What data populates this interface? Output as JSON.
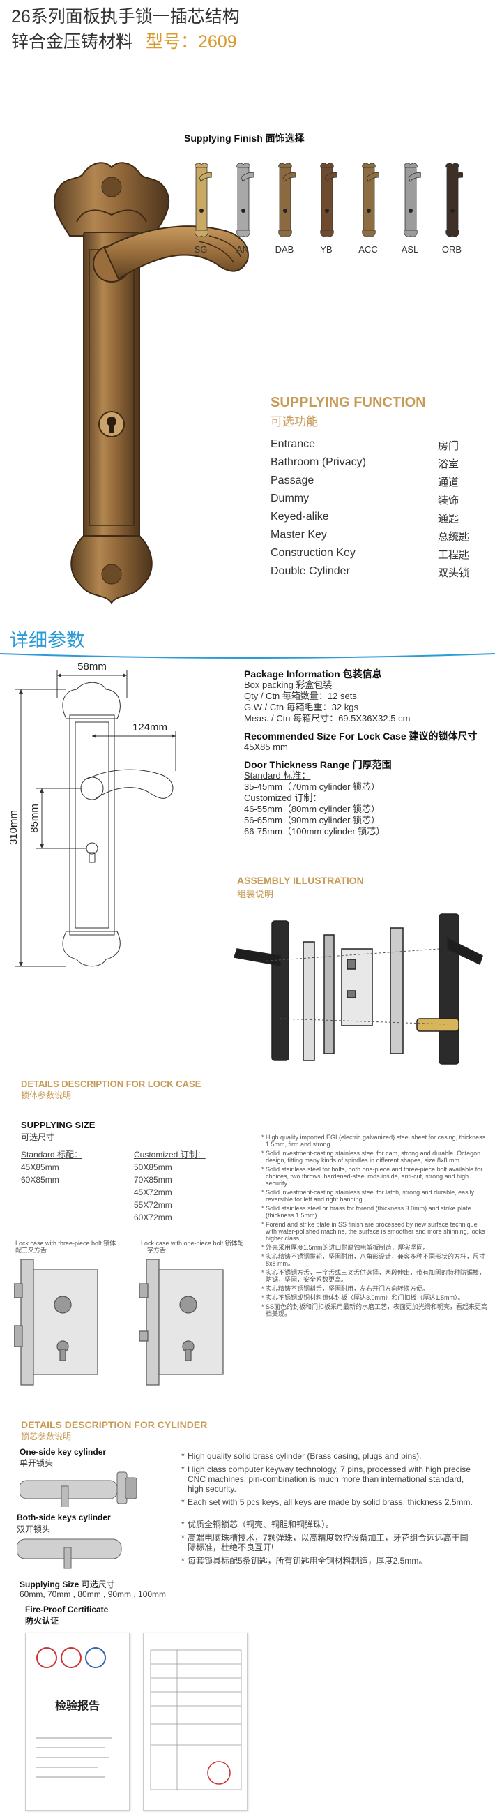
{
  "header": {
    "line1": "26系列面板执手锁一插芯结构",
    "line2_prefix": "锌合金压铸材料",
    "model": "型号：2609"
  },
  "finish": {
    "title": "Supplying Finish 面饰选择",
    "items": [
      {
        "code": "SG",
        "color": "#c9a964"
      },
      {
        "code": "AN",
        "color": "#a8a8a8"
      },
      {
        "code": "DAB",
        "color": "#8a6a3e"
      },
      {
        "code": "YB",
        "color": "#6e4a2e"
      },
      {
        "code": "ACC",
        "color": "#8c6e42"
      },
      {
        "code": "ASL",
        "color": "#9c9c9c"
      },
      {
        "code": "ORB",
        "color": "#3f2f26"
      }
    ]
  },
  "function": {
    "title": "SUPPLYING FUNCTION",
    "subtitle": "可选功能",
    "rows": [
      {
        "en": "Entrance",
        "cn": "房门"
      },
      {
        "en": "Bathroom (Privacy)",
        "cn": "浴室"
      },
      {
        "en": "Passage",
        "cn": "通道"
      },
      {
        "en": "Dummy",
        "cn": "装饰"
      },
      {
        "en": "Keyed-alike",
        "cn": "通匙"
      },
      {
        "en": "Master Key",
        "cn": "总统匙"
      },
      {
        "en": "Construction Key",
        "cn": "工程匙"
      },
      {
        "en": "Double Cylinder",
        "cn": "双头锁"
      }
    ]
  },
  "details": {
    "header": "详细参数",
    "dims": {
      "width": "58mm",
      "handle": "124mm",
      "height": "310mm",
      "center": "85mm"
    }
  },
  "package": {
    "title": "Package  Information 包装信息",
    "lines": [
      "Box packing 彩盒包装",
      "Qty / Ctn 每箱数量：12 sets",
      "G.W / Ctn 每箱毛重：32 kgs",
      "Meas. / Ctn 每箱尺寸：69.5X36X32.5 cm"
    ]
  },
  "lockcase_size": {
    "title": "Recommended Size For Lock Case  建议的锁体尺寸",
    "value": "45X85 mm"
  },
  "door": {
    "title": "Door Thickness Range 门厚范围",
    "standard_label": "Standard 标准：",
    "standard": "35-45mm（70mm cylinder 锁芯）",
    "custom_label": "Customized 订制：",
    "custom": [
      "46-55mm（80mm cylinder 锁芯）",
      "56-65mm（90mm cylinder 锁芯）",
      "66-75mm（100mm cylinder 锁芯）"
    ]
  },
  "assembly": {
    "title": "ASSEMBLY ILLUSTRATION",
    "subtitle": "组装说明"
  },
  "lockcase": {
    "title": "DETAILS DESCRIPTION FOR LOCK CASE",
    "subtitle": "锁体参数说明",
    "supply_title": "SUPPLYING SIZE",
    "supply_sub": "可选尺寸",
    "standard_label": "Standard 标配：",
    "standard_sizes": [
      "45X85mm",
      "60X85mm"
    ],
    "custom_label": "Customized 订制：",
    "custom_sizes": [
      "50X85mm",
      "70X85mm",
      "45X72mm",
      "55X72mm",
      "60X72mm"
    ],
    "caption1": "Lock case with three-piece bolt 锁体配三叉方舌",
    "caption2": "Lock case with one-piece bolt 锁体配一字方舌",
    "notes": [
      "High quality imported EGI (electric galvanized) steel sheet for casing, thickness 1.5mm, firm and strong.",
      "Solid investment-casting stainless steel for cam, strong and durable. Octagon design, fitting many kinds of spindles in different shapes, size 8x8 mm.",
      "Solid stainless steel for bolts, both one-piece and three-piece bolt available for choices, two throws, hardened-steel rods inside, anti-cut, strong and high security.",
      "Solid investment-casting stainless steel for latch, strong and durable, easily reversible for left and right handing.",
      "Solid stainless steel or brass for forend (thickness 3.0mm) and strike plate (thickness 1.5mm).",
      "Forend and strike plate in SS finish are processed by new surface technique with water-polished machine, the surface is smoother and more shinning, looks higher class.",
      "外壳采用厚度1.5mm的进口耐腐蚀电解板制造，厚实坚固。",
      "实心精铸不锈钢拔轮，坚固耐用，八角形设计，兼容多种不同形状的方杆，尺寸8x8 mm。",
      "实心不锈钢方舌，一字舌或三叉舌供选择，两段伸出，带有加固的特种防锯棒，防锯，坚固，安全系数更高。",
      "实心精铸不锈钢斜舌，坚固耐用，左右开门方向转换方便。",
      "实心不锈钢或铜材料锁体封板（厚达3.0mm）和门扣板（厚达1.5mm）。",
      "SS面色的封板和门扣板采用最新的水磨工艺，表面更加光滑和明亮，看起来更高档美观。"
    ]
  },
  "cylinder": {
    "title": "DETAILS DESCRIPTION FOR CYLINDER",
    "subtitle": "锁芯参数说明",
    "one_side": "One-side key cylinder",
    "one_side_cn": "单开锁头",
    "both_side": "Both-side keys cylinder",
    "both_side_cn": "双开锁头",
    "size_label": "Supplying Size",
    "size_label_cn": "可选尺寸",
    "sizes": "60mm, 70mm , 80mm , 90mm , 100mm",
    "notes_en": [
      "High quality solid brass cylinder (Brass casing, plugs and pins).",
      "High class computer keyway technology, 7 pins, processed with high precise CNC machines, pin-combination is much more than international standard, high security.",
      "Each set with 5 pcs keys, all keys are made by solid brass, thickness 2.5mm."
    ],
    "notes_cn": [
      "优质全铜锁芯（铜壳、铜胆和铜弹珠）。",
      "高端电脑珠槽技术，7颗弹珠，以高精度数控设备加工，牙花组合远远高于国际标准，杜绝不良互开!",
      "每套锁具标配5条钥匙，所有钥匙用全铜材料制造，厚度2.5mm。"
    ]
  },
  "certificate": {
    "title": "Fire-Proof Certificate",
    "subtitle": "防火认证",
    "cert_title": "检验报告"
  }
}
